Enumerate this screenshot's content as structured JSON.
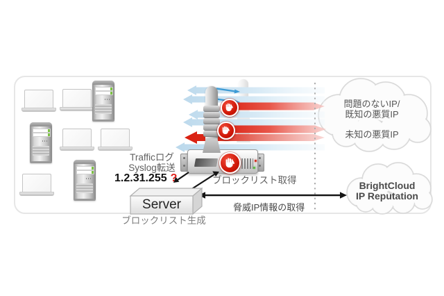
{
  "diagram": {
    "labels": {
      "traffic_log": [
        "Trafficログ",
        "Syslog転送"
      ],
      "ip_value": "1.2.31.255",
      "ip_flag": "?",
      "server": "Server",
      "blocklist_generate": "ブロックリスト生成",
      "blocklist_fetch": "ブロックリスト取得",
      "threat_fetch": "脅威IP情報の取得"
    },
    "clouds": {
      "ip_types": {
        "lines": [
          "問題のないIP/",
          "既知の悪質IP",
          "未知の悪質IP"
        ]
      },
      "brightcloud": {
        "lines": [
          "BrightCloud",
          "IP Reputation"
        ]
      }
    },
    "lan": {
      "laptop_count": 5,
      "tower_server_count": 3
    },
    "icons": {
      "stop_hand_badge": "red circle with white hand meaning blocked traffic",
      "laptop": "client laptop",
      "server_tower": "tower server",
      "firewall_appliance": "rack firewall with antenna",
      "cloud": "internet / reputation cloud"
    },
    "colors": {
      "blocked_red": "#d92011",
      "allowed_pale_blue": "#cfe4f2",
      "link_blue": "#3d9bd5",
      "question_red": "#e0201a",
      "label_gray": "#5f5f5f",
      "cloud_border": "#d8d8d8"
    }
  }
}
